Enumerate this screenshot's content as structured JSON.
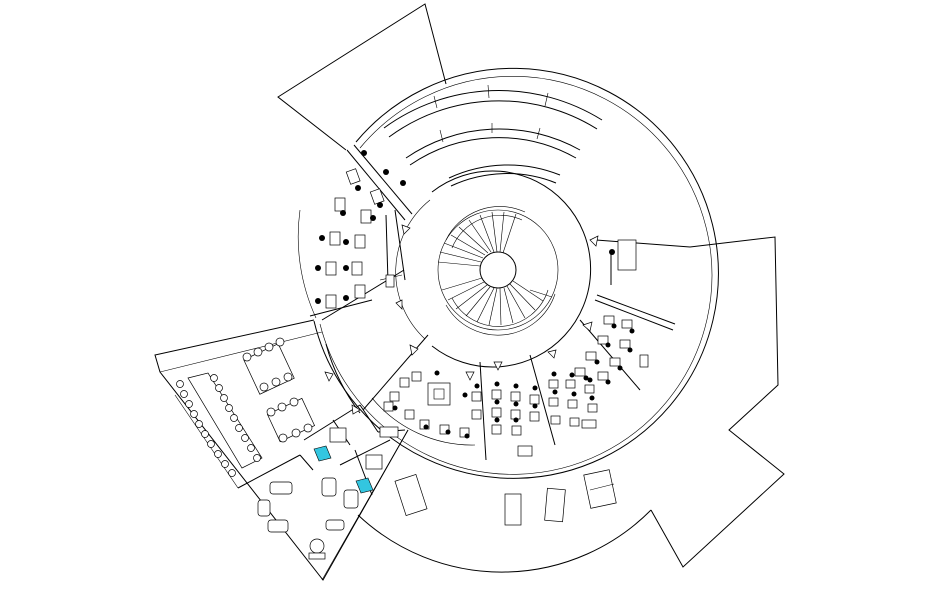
{
  "drawing": {
    "kind": "architectural floor plan",
    "colors": {
      "background": "#ffffff",
      "linework": "#000000",
      "fixture_accent": "#33c6e0"
    },
    "features": [
      "circular-building",
      "central-spiral-staircase",
      "curved-seating-rows",
      "office-workstations",
      "conference-tables",
      "washroom-fixtures",
      "exterior-wing-outlines"
    ]
  }
}
